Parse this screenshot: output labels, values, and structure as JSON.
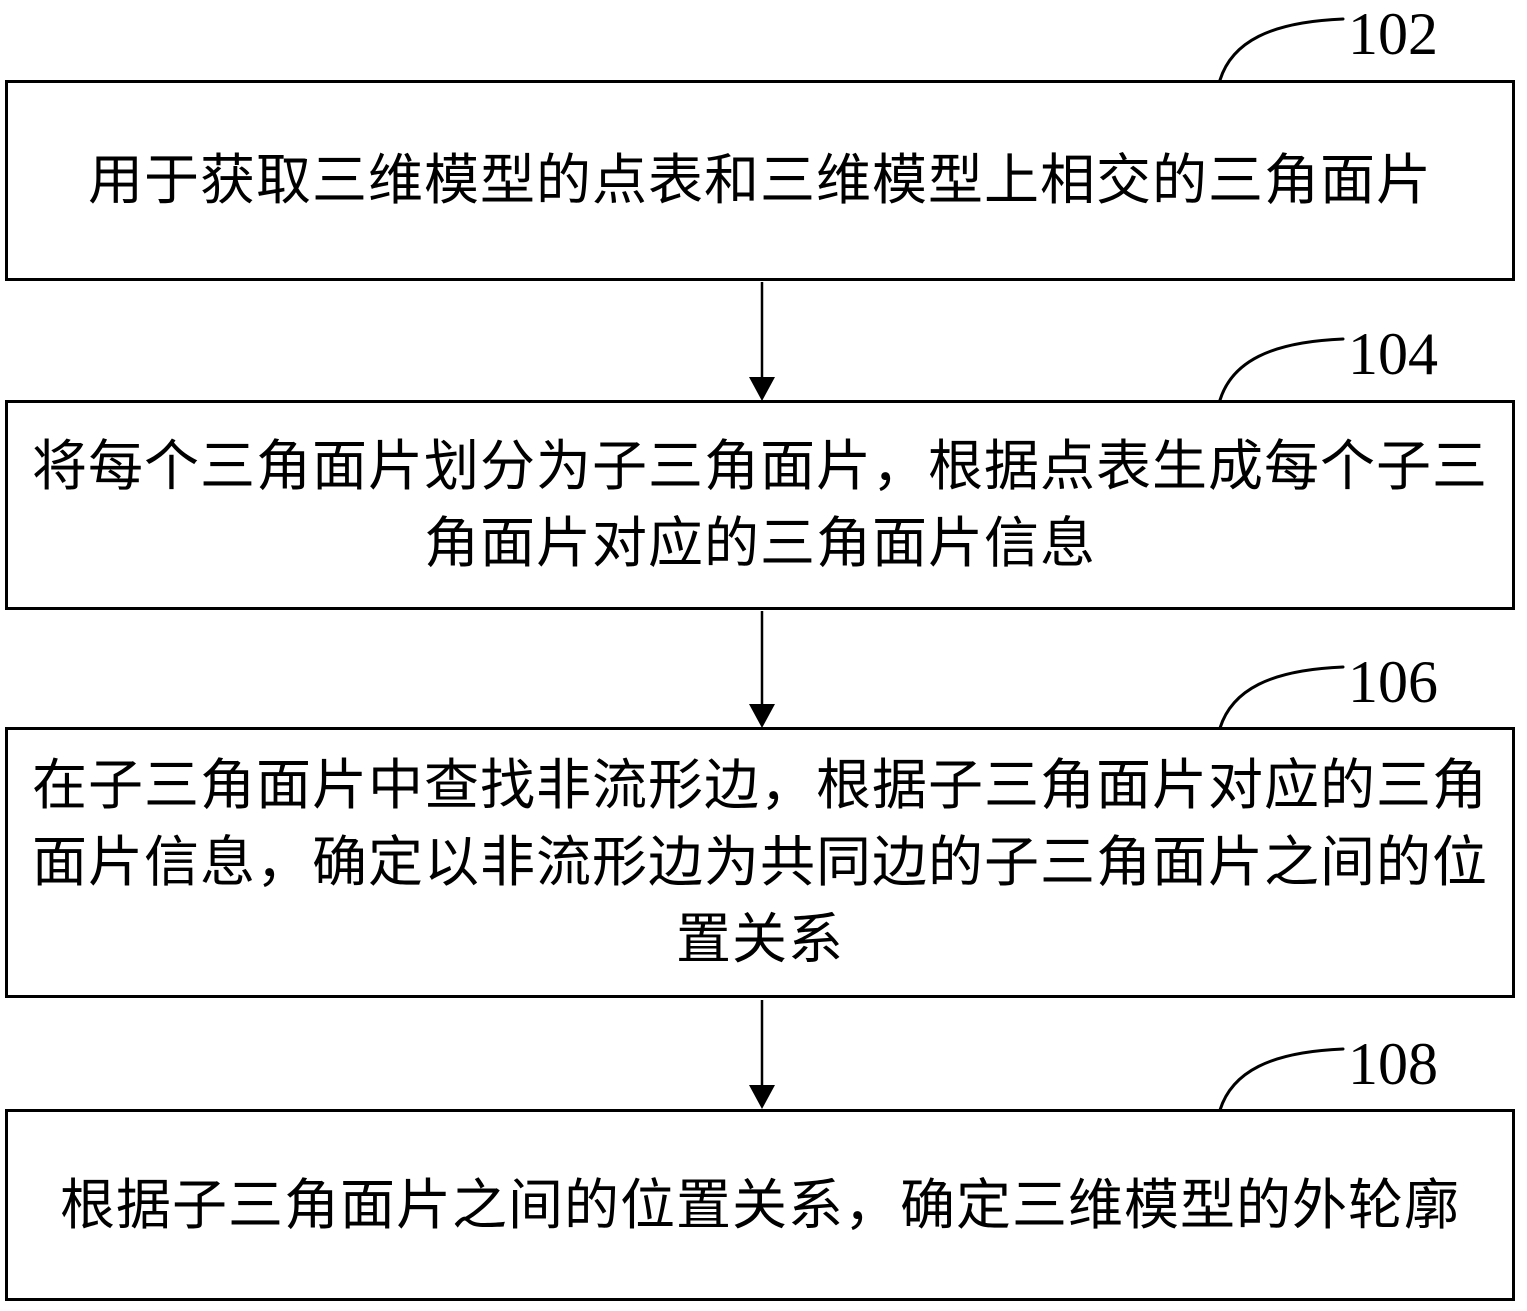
{
  "figure": {
    "type": "flowchart",
    "background_color": "#ffffff",
    "line_color": "#000000",
    "text_color": "#000000"
  },
  "steps": [
    {
      "ref": "102",
      "text": "用于获取三维模型的点表和三维模型上相交的三角面片"
    },
    {
      "ref": "104",
      "text": "将每个三角面片划分为子三角面片，根据点表生成每个子三角面片对应的三角面片信息"
    },
    {
      "ref": "106",
      "text": "在子三角面片中查找非流形边，根据子三角面片对应的三角面片信息，确定以非流形边为共同边的子三角面片之间的位置关系"
    },
    {
      "ref": "108",
      "text": "根据子三角面片之间的位置关系，确定三维模型的外轮廓"
    }
  ]
}
